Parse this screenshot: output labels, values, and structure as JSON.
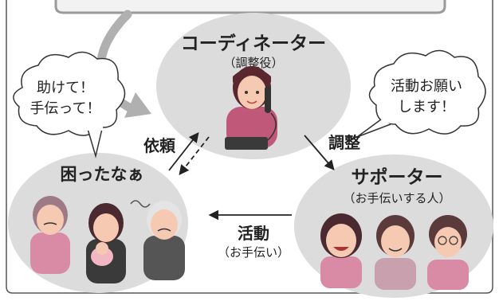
{
  "coordinator": {
    "title": "コーディネーター",
    "subtitle": "（調整役）"
  },
  "requester": {
    "title": "困ったなぁ"
  },
  "supporter": {
    "title": "サポーター",
    "subtitle": "（お手伝いする人）"
  },
  "speech_left": {
    "line1": "助けて！",
    "line2": "手伝って！"
  },
  "speech_right": {
    "line1": "活動お願い",
    "line2": "します！"
  },
  "arrows": {
    "request": "依頼",
    "adjust": "調整",
    "activity": "活動",
    "activity_sub": "（お手伝い）"
  },
  "colors": {
    "circle": "#dcdcdc",
    "frame": "#555555",
    "curve_arrow": "#b0b0b0",
    "accent_pink": "#d98aa4"
  }
}
